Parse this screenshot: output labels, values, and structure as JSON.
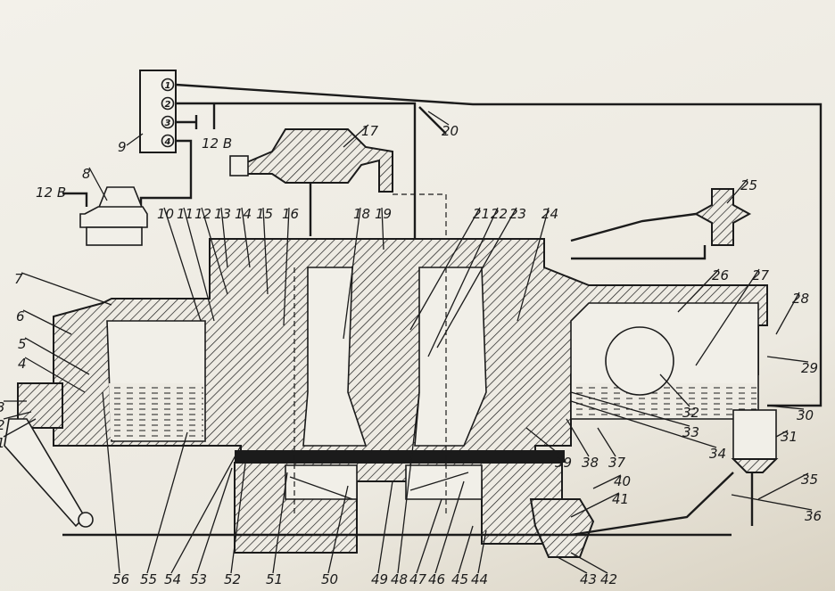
{
  "title": "Carburetor schematic with callouts",
  "switch_box": {
    "label": "9",
    "terminals": [
      "1",
      "2",
      "3",
      "4"
    ]
  },
  "voltage_labels": [
    "12 В",
    "12 В"
  ],
  "callouts": [
    "1",
    "2",
    "3",
    "4",
    "5",
    "6",
    "7",
    "8",
    "10",
    "11",
    "12",
    "13",
    "14",
    "15",
    "16",
    "17",
    "18",
    "19",
    "20",
    "21",
    "22",
    "23",
    "24",
    "25",
    "26",
    "27",
    "28",
    "29",
    "30",
    "31",
    "32",
    "33",
    "34",
    "35",
    "36",
    "37",
    "38",
    "39",
    "40",
    "41",
    "42",
    "43",
    "44",
    "45",
    "46",
    "47",
    "48",
    "49",
    "50",
    "51",
    "52",
    "53",
    "54",
    "55",
    "56"
  ]
}
